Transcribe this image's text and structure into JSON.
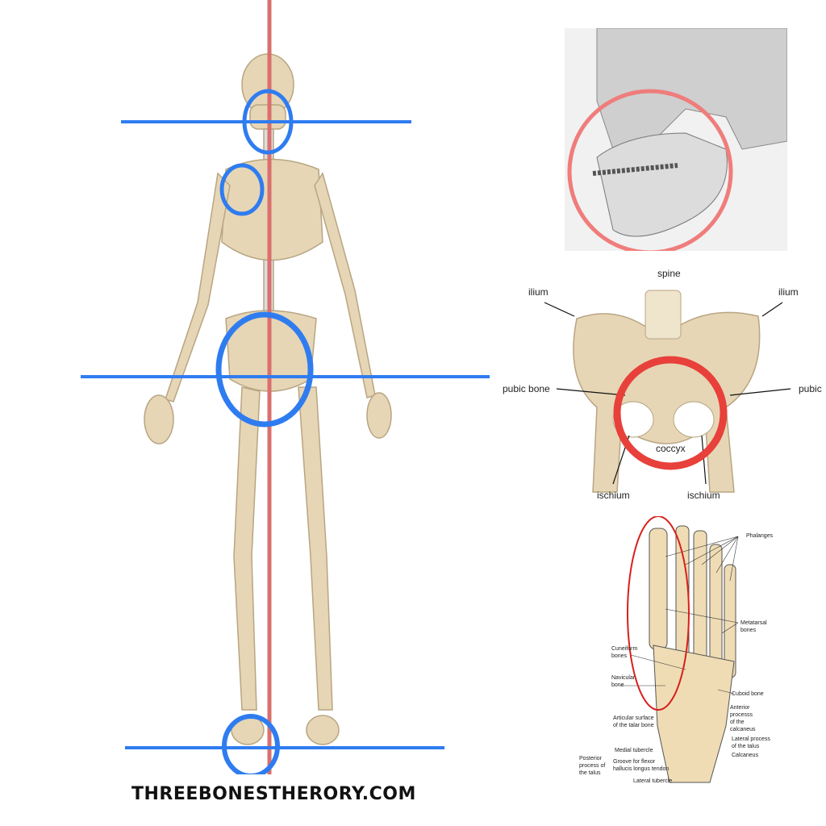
{
  "footer": {
    "site": "THREEBONESTHERORY.COM"
  },
  "colors": {
    "marker_blue": "#2f7cf0",
    "midline_red": "#d9706e",
    "highlight_red": "#e8403a",
    "bone": "#e6d6b6"
  },
  "pelvis_labels": {
    "spine": "spine",
    "ilium_left": "ilium",
    "ilium_right": "ilium",
    "pubic_left": "pubic bone",
    "pubic_right": "pubic",
    "coccyx": "coccyx",
    "ischium_left": "ischium",
    "ischium_right": "ischium"
  },
  "foot_labels": {
    "phalanges": "Phalanges",
    "metatarsal": "Metatarsal\nbones",
    "cuneiform": "Cuneiform\nbones",
    "navicular": "Navicular\nbone",
    "cuboid": "Cuboid bone",
    "anterior_process": "Anterior\nprocesss\nof the\ncalcaneus",
    "articular_surface": "Articular surface\nof the talar bone",
    "lateral_process": "Lateral process\nof the talus",
    "calcaneus": "Calcaneus",
    "medial_tubercle": "Medial tubercle",
    "posterior_process": "Posterior\nprocess of\nthe talus",
    "groove": "Groove for flexor\nhallucis longus tendon",
    "lateral_tubercle": "Lateral tubercle"
  }
}
